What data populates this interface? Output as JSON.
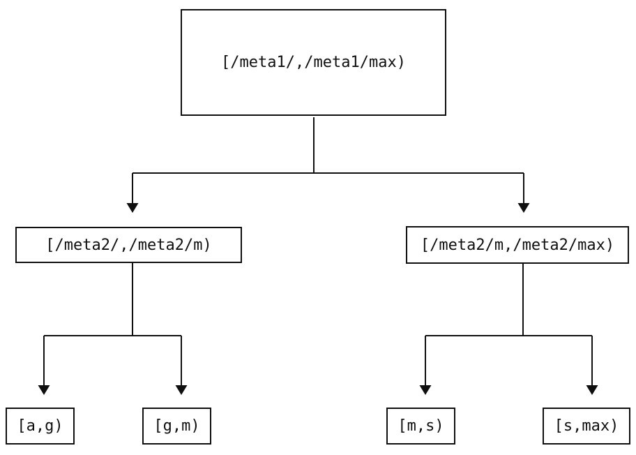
{
  "diagram": {
    "type": "binary-tree",
    "nodes": {
      "root": {
        "label": "[/meta1/,/meta1/max)"
      },
      "mid_left": {
        "label": "[/meta2/,/meta2/m)"
      },
      "mid_right": {
        "label": "[/meta2/m,/meta2/max)"
      },
      "leaf_ag": {
        "label": "[a,g)"
      },
      "leaf_gm": {
        "label": "[g,m)"
      },
      "leaf_ms": {
        "label": "[m,s)"
      },
      "leaf_smax": {
        "label": "[s,max)"
      }
    },
    "edges": [
      {
        "from": "root",
        "to": "mid_left"
      },
      {
        "from": "root",
        "to": "mid_right"
      },
      {
        "from": "mid_left",
        "to": "leaf_ag"
      },
      {
        "from": "mid_left",
        "to": "leaf_gm"
      },
      {
        "from": "mid_right",
        "to": "leaf_ms"
      },
      {
        "from": "mid_right",
        "to": "leaf_smax"
      }
    ],
    "colors": {
      "stroke": "#0f0f0f",
      "text": "#0f0f0f",
      "background": "#ffffff"
    }
  }
}
